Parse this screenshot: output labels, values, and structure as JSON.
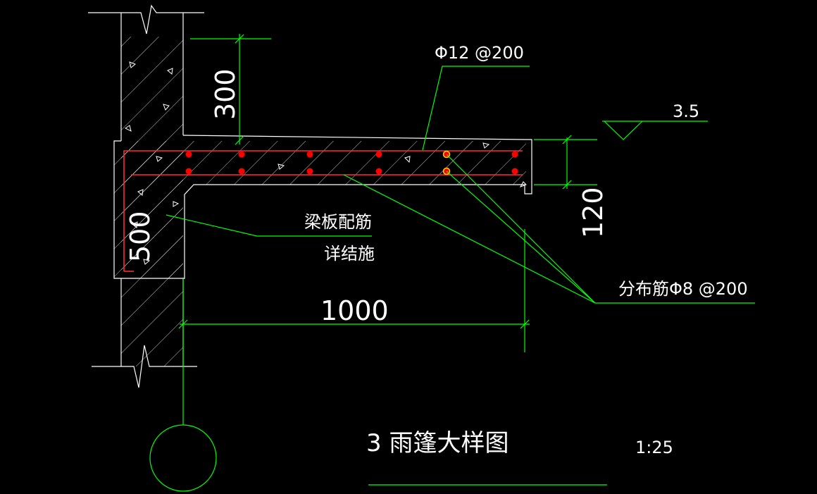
{
  "colors": {
    "background": "#000000",
    "outline": "#ffffff",
    "leader_lines": "#00ff00",
    "rebar_line": "#ff2a2a",
    "rebar_dot": "#ff0000",
    "hatch": "#ffffff"
  },
  "labels": {
    "top_rebar": "Φ12 @200",
    "elevation": "3.5",
    "distribution_rebar": "分布筋Φ8 @200",
    "beam_note_line1": "梁板配筋",
    "beam_note_line2": "详结施",
    "dim_300": "300",
    "dim_120": "120",
    "dim_500": "500",
    "dim_1000": "1000",
    "title": "3 雨篷大样图",
    "scale": "1:25"
  }
}
